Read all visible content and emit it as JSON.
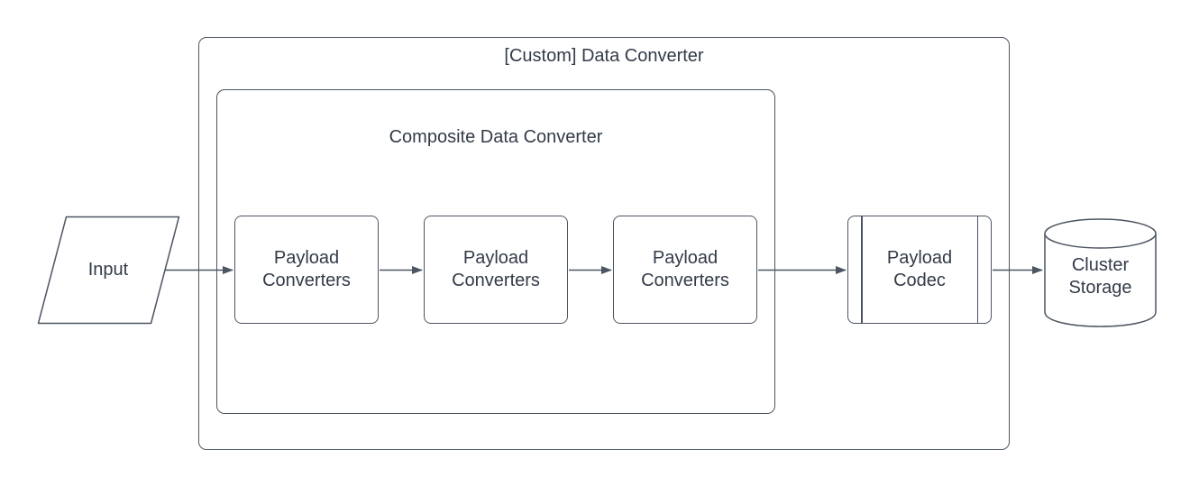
{
  "colors": {
    "stroke": "#4d5562",
    "text": "#333b48",
    "background": "#ffffff"
  },
  "containers": [
    {
      "id": "custom-data-converter",
      "label": "[Custom] Data Converter"
    },
    {
      "id": "composite-data-converter",
      "label": "Composite Data Converter"
    }
  ],
  "nodes": [
    {
      "id": "input",
      "shape": "parallelogram",
      "label": "Input"
    },
    {
      "id": "payload-converters-1",
      "shape": "rounded-rect",
      "label": "Payload\nConverters"
    },
    {
      "id": "payload-converters-2",
      "shape": "rounded-rect",
      "label": "Payload\nConverters"
    },
    {
      "id": "payload-converters-3",
      "shape": "rounded-rect",
      "label": "Payload\nConverters"
    },
    {
      "id": "payload-codec",
      "shape": "predefined-process",
      "label": "Payload\nCodec"
    },
    {
      "id": "cluster-storage",
      "shape": "cylinder",
      "label": "Cluster\nStorage"
    }
  ],
  "edges": [
    {
      "from": "input",
      "to": "payload-converters-1"
    },
    {
      "from": "payload-converters-1",
      "to": "payload-converters-2"
    },
    {
      "from": "payload-converters-2",
      "to": "payload-converters-3"
    },
    {
      "from": "payload-converters-3",
      "to": "payload-codec"
    },
    {
      "from": "payload-codec",
      "to": "cluster-storage"
    }
  ]
}
